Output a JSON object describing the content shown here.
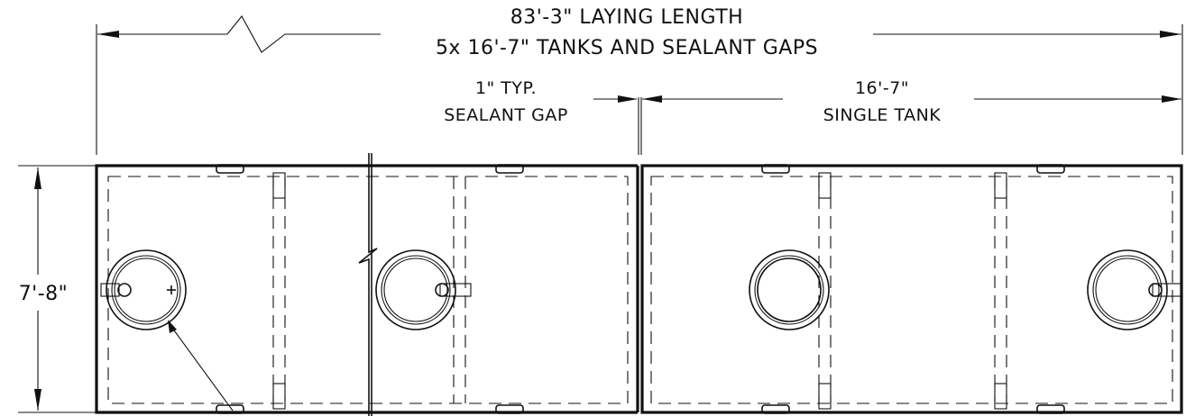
{
  "dimensions": {
    "laying_length_line1": "83'-3\" LAYING LENGTH",
    "laying_length_line2": "5x 16'-7\" TANKS AND SEALANT GAPS",
    "sealant_gap_line1": "1\" TYP.",
    "sealant_gap_line2": "SEALANT GAP",
    "single_tank_line1": "16'-7\"",
    "single_tank_line2": "SINGLE TANK",
    "width": "7'-8\""
  },
  "colors": {
    "ink": "#111111",
    "background": "#ffffff"
  }
}
